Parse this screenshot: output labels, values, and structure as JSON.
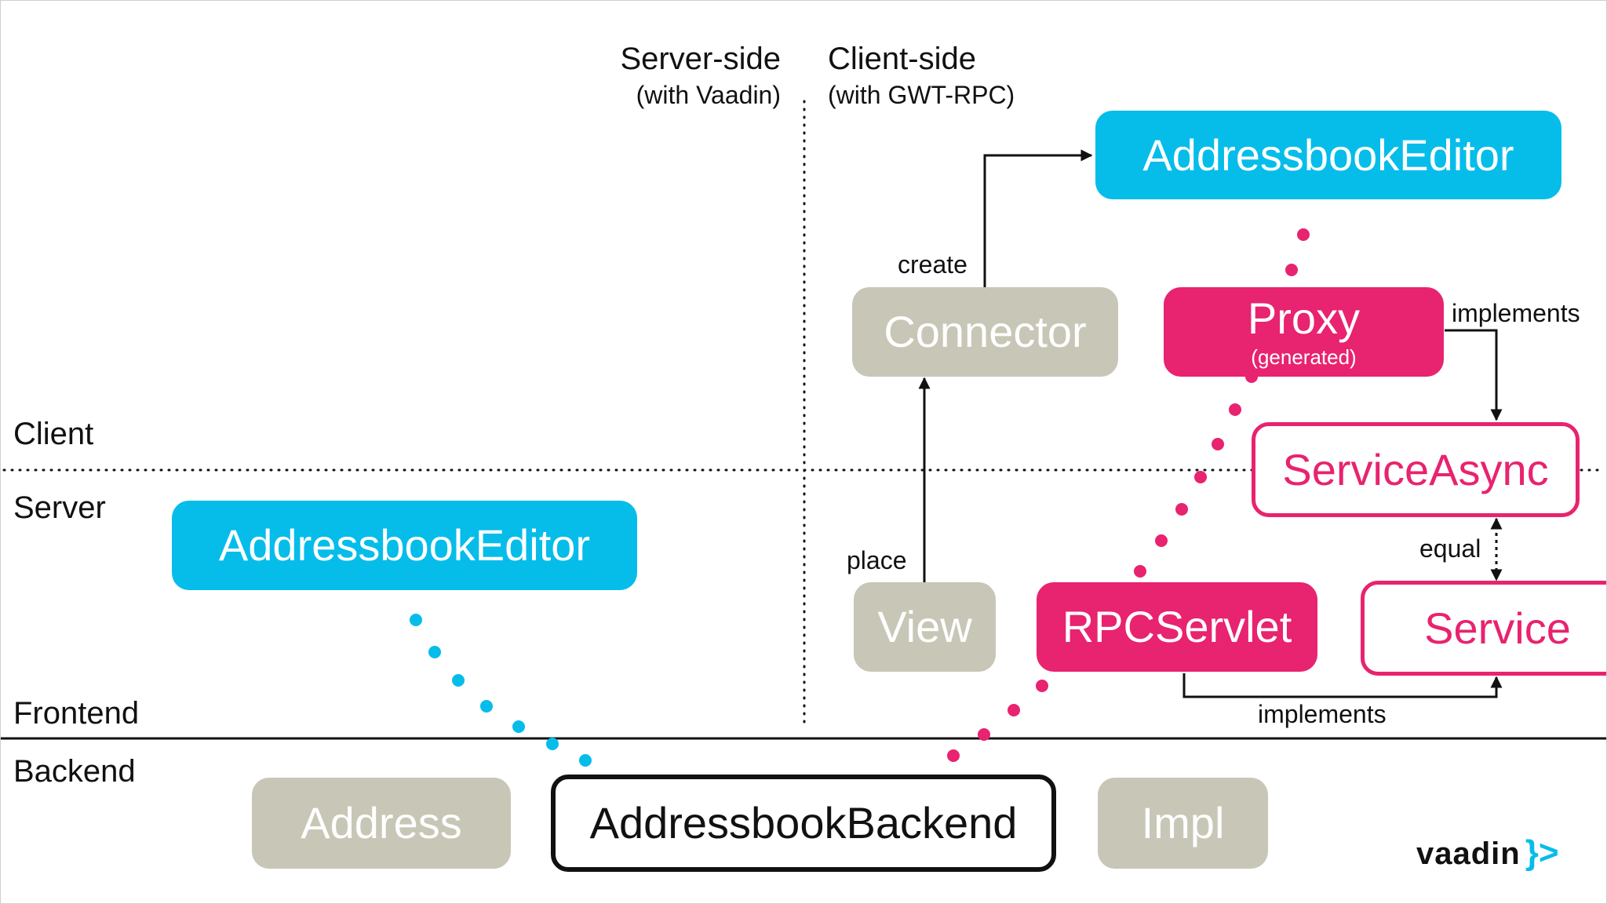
{
  "columns": {
    "server_side": {
      "title": "Server-side",
      "subtitle": "(with Vaadin)"
    },
    "client_side": {
      "title": "Client-side",
      "subtitle": "(with GWT-RPC)"
    }
  },
  "rows": {
    "client": "Client",
    "server": "Server",
    "frontend": "Frontend",
    "backend": "Backend"
  },
  "nodes": {
    "client_editor": "AddressbookEditor",
    "connector": "Connector",
    "proxy": "Proxy",
    "proxy_note": "(generated)",
    "service_async": "ServiceAsync",
    "server_editor": "AddressbookEditor",
    "view": "View",
    "rpc_servlet": "RPCServlet",
    "service": "Service",
    "address": "Address",
    "addressbook_backend": "AddressbookBackend",
    "impl": "Impl"
  },
  "edges": {
    "create": "create",
    "place": "place",
    "implements_proxy": "implements",
    "equal": "equal",
    "implements_servlet": "implements"
  },
  "colors": {
    "blue": "#06bdea",
    "gray": "#c8c6b6",
    "pink": "#e8236f",
    "black": "#111111"
  },
  "logo": {
    "word": "vaadin",
    "mark": "}>"
  }
}
